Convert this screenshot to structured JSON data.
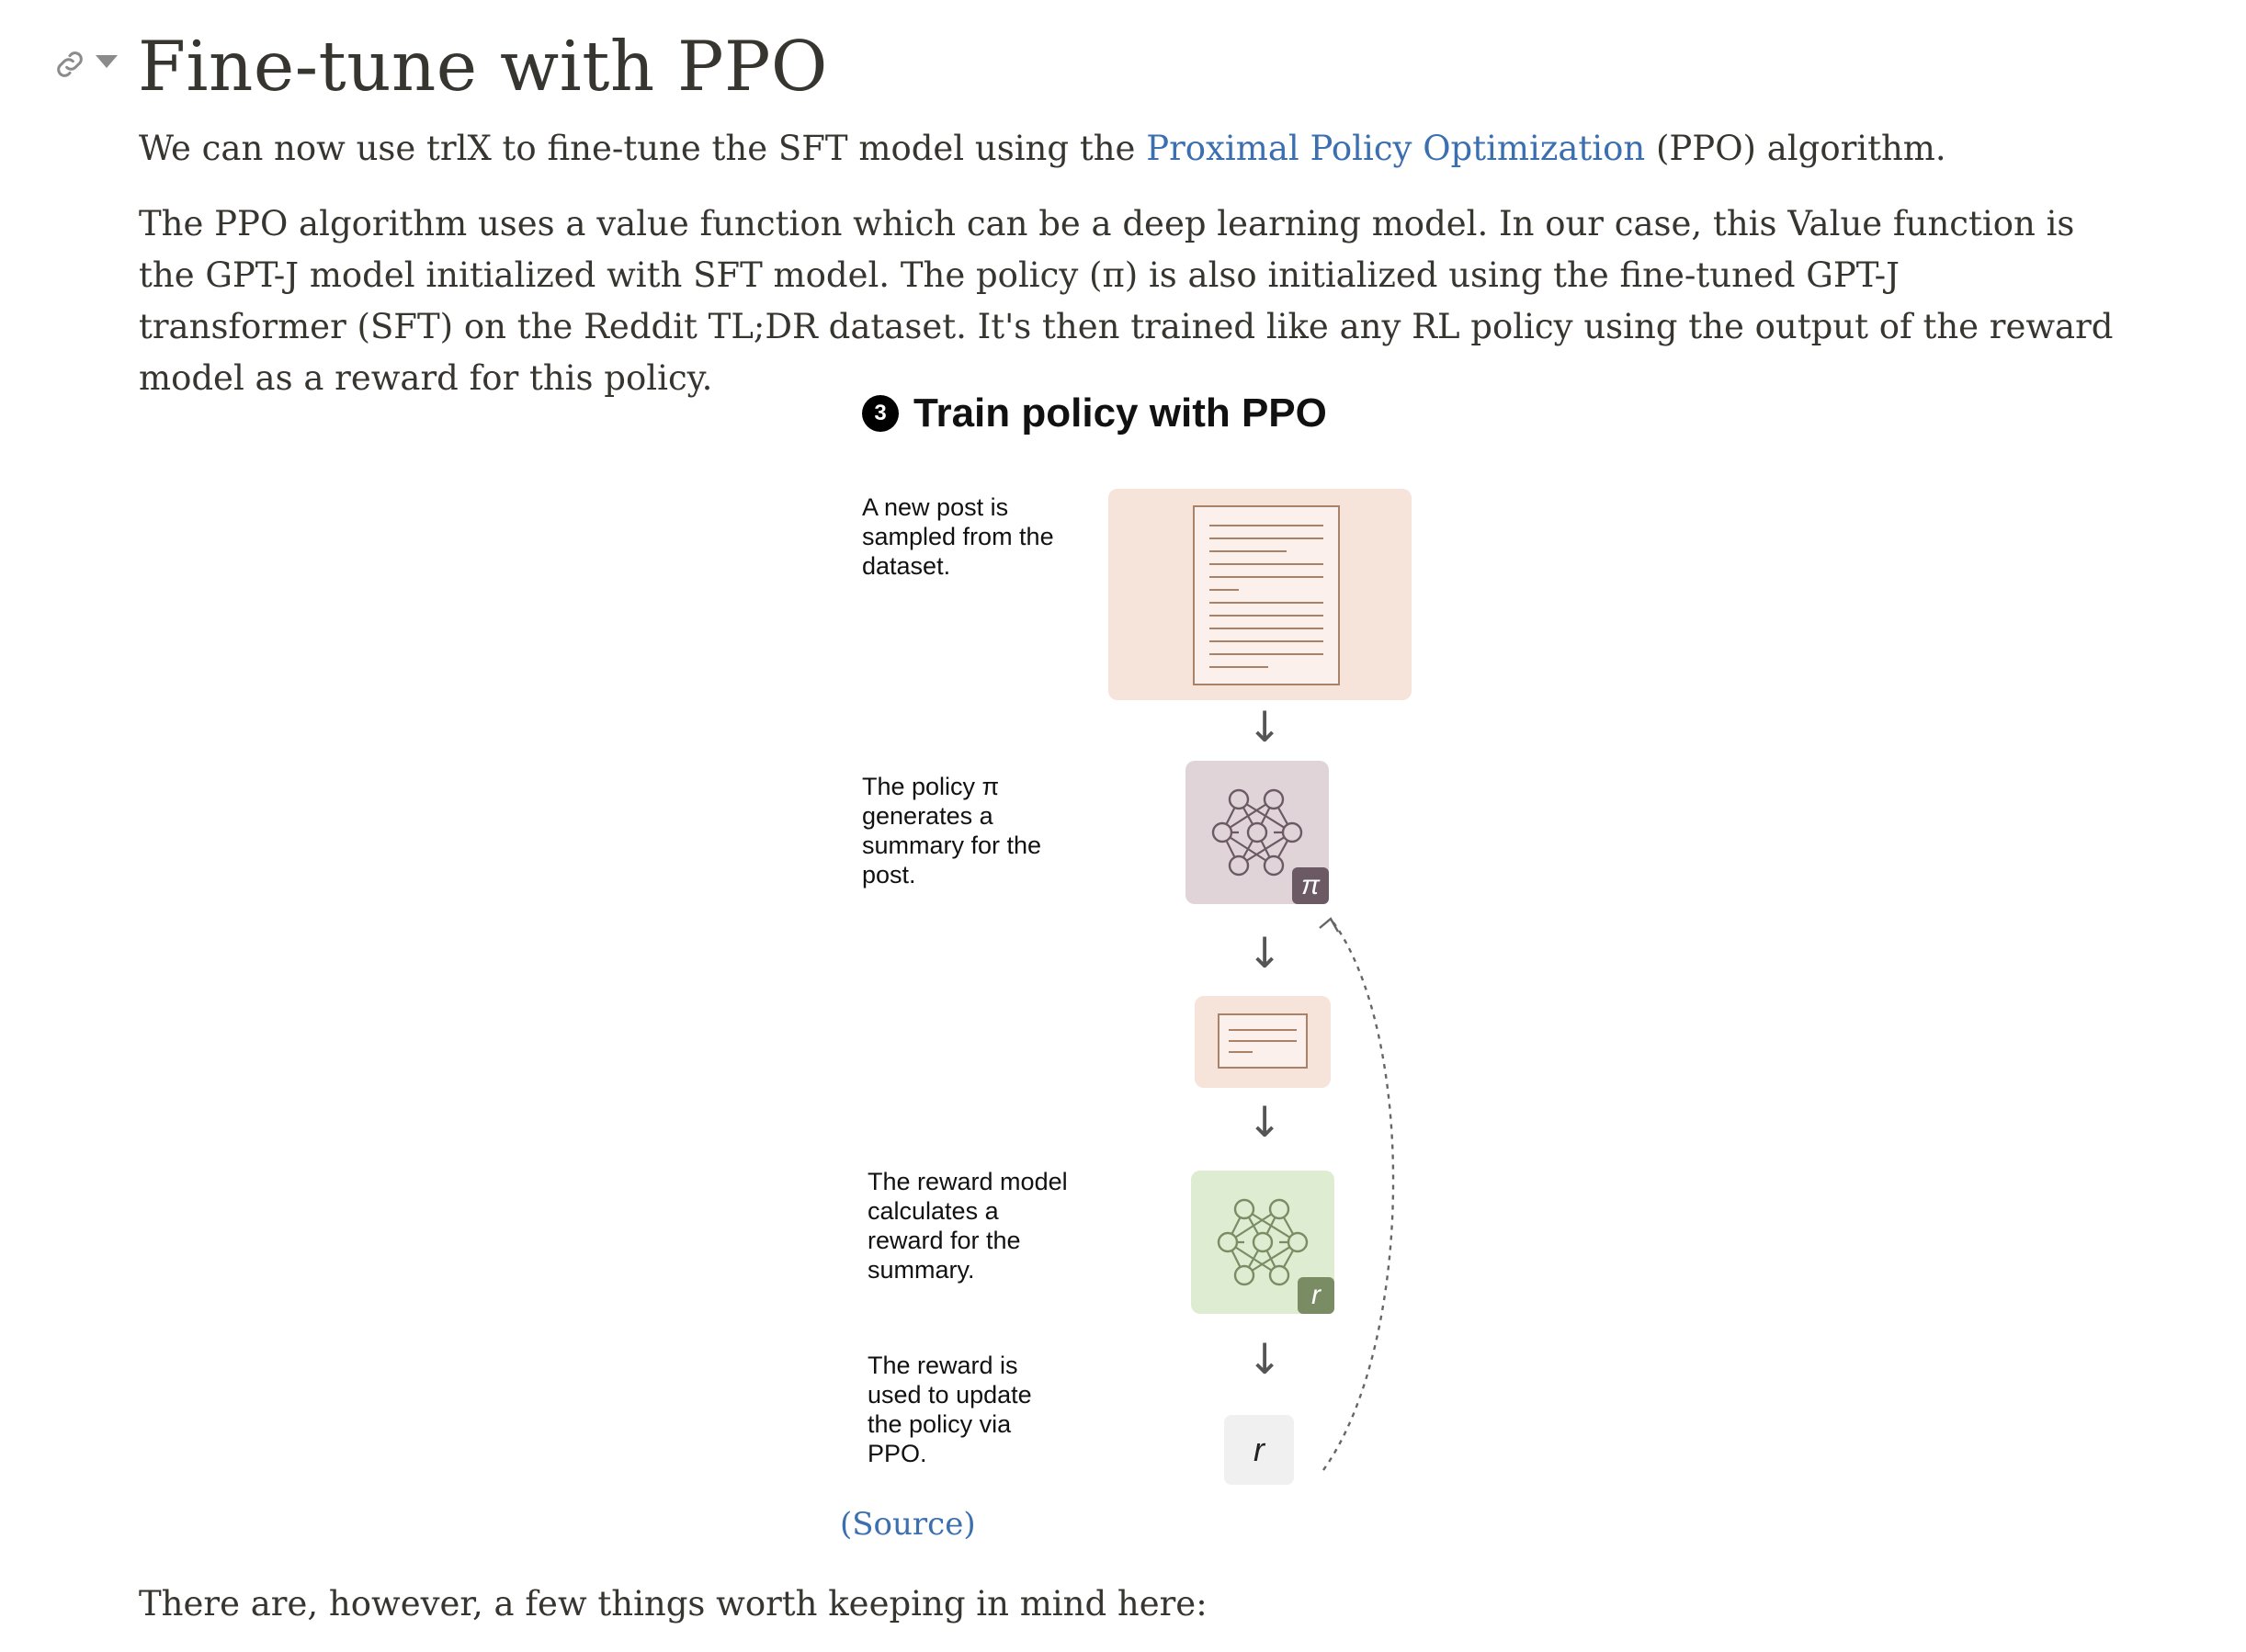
{
  "heading": {
    "title": "Fine-tune with PPO"
  },
  "intro": {
    "before_link": "We can now use trlX to fine-tune the SFT model using the ",
    "link_text": "Proximal Policy Optimization",
    "after_link": " (PPO) algorithm."
  },
  "body_paragraph": "The PPO algorithm uses a value function which can be a deep learning model. In our case, this Value function is the GPT-J model initialized with SFT model. The policy (π) is also initialized using the fine-tuned GPT-J transformer (SFT) on the Reddit TL;DR dataset. It's then trained like any RL policy using the output of the reward model as a reward for this policy.",
  "figure": {
    "step_number": "3",
    "title": "Train policy with PPO",
    "captions": [
      "A new post is sampled from the dataset.",
      "The policy π generates a summary for the post.",
      "The reward model calculates a reward for the summary.",
      "The reward is used to update the policy via PPO."
    ],
    "policy_badge": "π",
    "reward_badge": "r",
    "reward_output": "r",
    "arrow_glyph": "↓",
    "icons": [
      "document-icon",
      "neural-network-icon",
      "summary-icon",
      "neural-network-icon"
    ],
    "colors": {
      "document_card": "#f6e3da",
      "policy_card": "#e1d4d8",
      "reward_card": "#deecd2",
      "policy_badge": "#6b5964",
      "reward_badge": "#7a8c64"
    }
  },
  "source_link": "(Source)",
  "closing_paragraph": "There are, however, a few things worth keeping in mind here:"
}
